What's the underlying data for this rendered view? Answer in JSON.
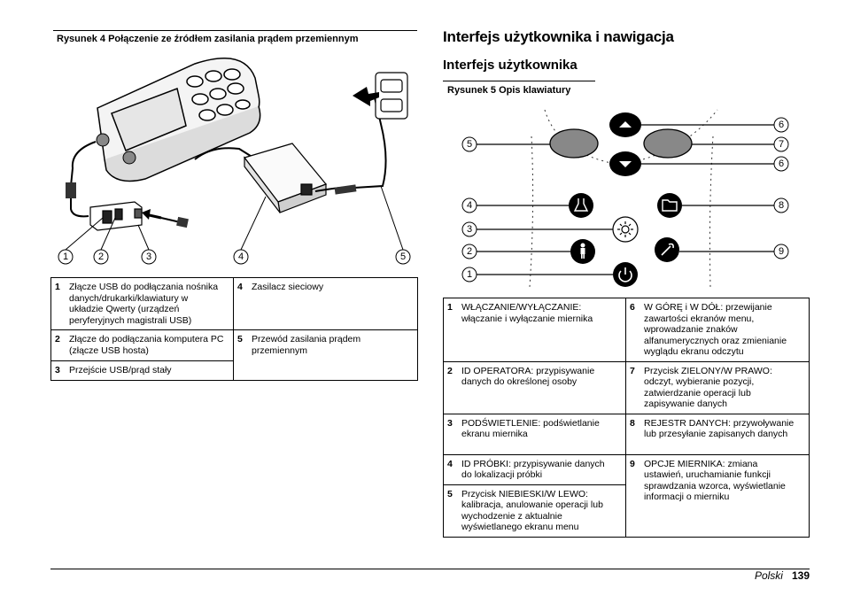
{
  "left": {
    "figure_title": "Rysunek 4  Połączenie ze źródłem zasilania prądem przemiennym",
    "callouts": [
      "1",
      "2",
      "3",
      "4",
      "5"
    ],
    "legend": [
      {
        "num": "1",
        "text": "Złącze USB do podłączania nośnika danych/drukarki/klawiatury w układzie Qwerty (urządzeń peryferyjnych magistrali USB)"
      },
      {
        "num": "4",
        "text": "Zasilacz sieciowy"
      },
      {
        "num": "2",
        "text": "Złącze do podłączania komputera PC (złącze USB hosta)"
      },
      {
        "num": "5",
        "text": "Przewód zasilania prądem przemiennym"
      },
      {
        "num": "3",
        "text": "Przejście USB/prąd stały"
      }
    ]
  },
  "right": {
    "section_title": "Interfejs użytkownika i nawigacja",
    "subsection_title": "Interfejs użytkownika",
    "figure_title": "Rysunek 5  Opis klawiatury",
    "callouts": {
      "c1": "1",
      "c2": "2",
      "c3": "3",
      "c4": "4",
      "c5": "5",
      "c6a": "6",
      "c7": "7",
      "c6b": "6",
      "c8": "8",
      "c9": "9"
    },
    "legend": [
      {
        "num": "1",
        "text": "WŁĄCZANIE/WYŁĄCZANIE: włączanie i wyłączanie miernika"
      },
      {
        "num": "6",
        "text": "W GÓRĘ i W DÓŁ: przewijanie zawartości ekranów menu, wprowadzanie znaków alfanumerycznych oraz zmienianie wyglądu ekranu odczytu"
      },
      {
        "num": "2",
        "text": "ID OPERATORA: przypisywanie danych do określonej osoby"
      },
      {
        "num": "7",
        "text": "Przycisk ZIELONY/W PRAWO: odczyt, wybieranie pozycji, zatwierdzanie operacji lub zapisywanie danych"
      },
      {
        "num": "3",
        "text": "PODŚWIETLENIE: podświetlanie ekranu miernika"
      },
      {
        "num": "8",
        "text": "REJESTR DANYCH: przywoływanie lub przesyłanie zapisanych danych"
      },
      {
        "num": "4",
        "text": "ID PRÓBKI: przypisywanie danych do lokalizacji próbki"
      },
      {
        "num": "9",
        "text": "OPCJE MIERNIKA: zmiana ustawień, uruchamianie funkcji sprawdzania wzorca, wyświetlanie informacji o mierniku"
      },
      {
        "num": "5",
        "text": "Przycisk NIEBIESKI/W LEWO: kalibracja, anulowanie operacji lub wychodzenie z aktualnie wyświetlanego ekranu menu"
      }
    ]
  },
  "footer": {
    "language": "Polski",
    "page": "139"
  }
}
